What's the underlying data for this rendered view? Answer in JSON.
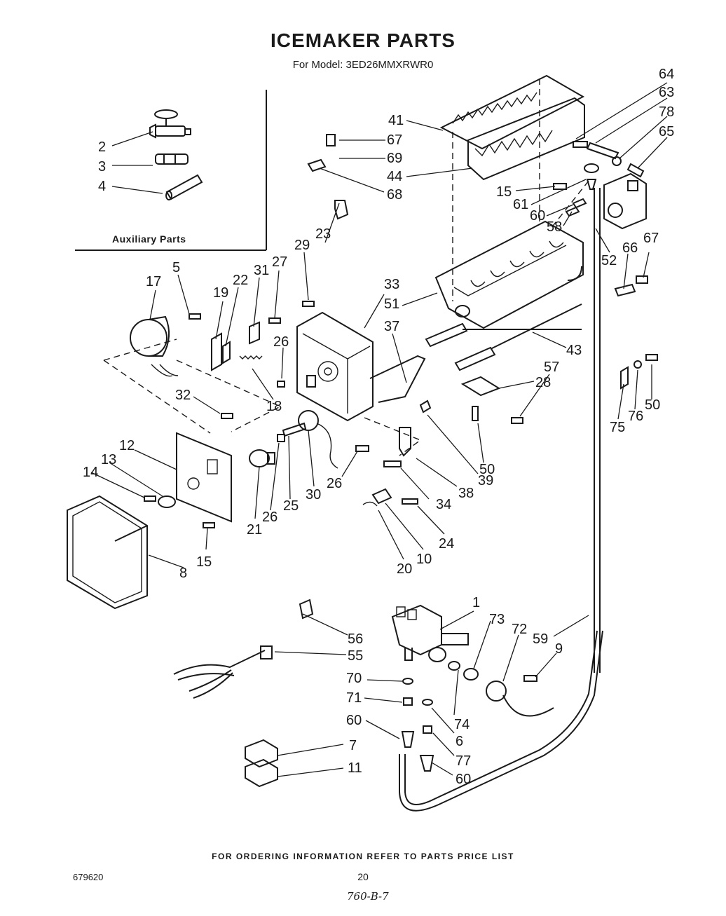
{
  "title": "ICEMAKER PARTS",
  "subtitle": "For Model: 3ED26MMXRWR0",
  "auxiliary_label": "Auxiliary  Parts",
  "footer": "FOR ORDERING INFORMATION REFER TO PARTS PRICE LIST",
  "doc_number": "679620",
  "page_number": "20",
  "handwritten": "760-B-7",
  "callouts": [
    "64",
    "63",
    "78",
    "65",
    "41",
    "67",
    "69",
    "44",
    "68",
    "15",
    "61",
    "60",
    "58",
    "2",
    "3",
    "4",
    "23",
    "29",
    "33",
    "51",
    "52",
    "66",
    "67",
    "5",
    "17",
    "19",
    "22",
    "31",
    "27",
    "26",
    "37",
    "43",
    "18",
    "32",
    "28",
    "57",
    "12",
    "13",
    "14",
    "21",
    "26",
    "25",
    "30",
    "26",
    "39",
    "38",
    "50",
    "75",
    "76",
    "50",
    "34",
    "10",
    "24",
    "20",
    "15",
    "8",
    "56",
    "55",
    "1",
    "73",
    "72",
    "59",
    "9",
    "70",
    "71",
    "60",
    "74",
    "6",
    "77",
    "60",
    "7",
    "11"
  ]
}
